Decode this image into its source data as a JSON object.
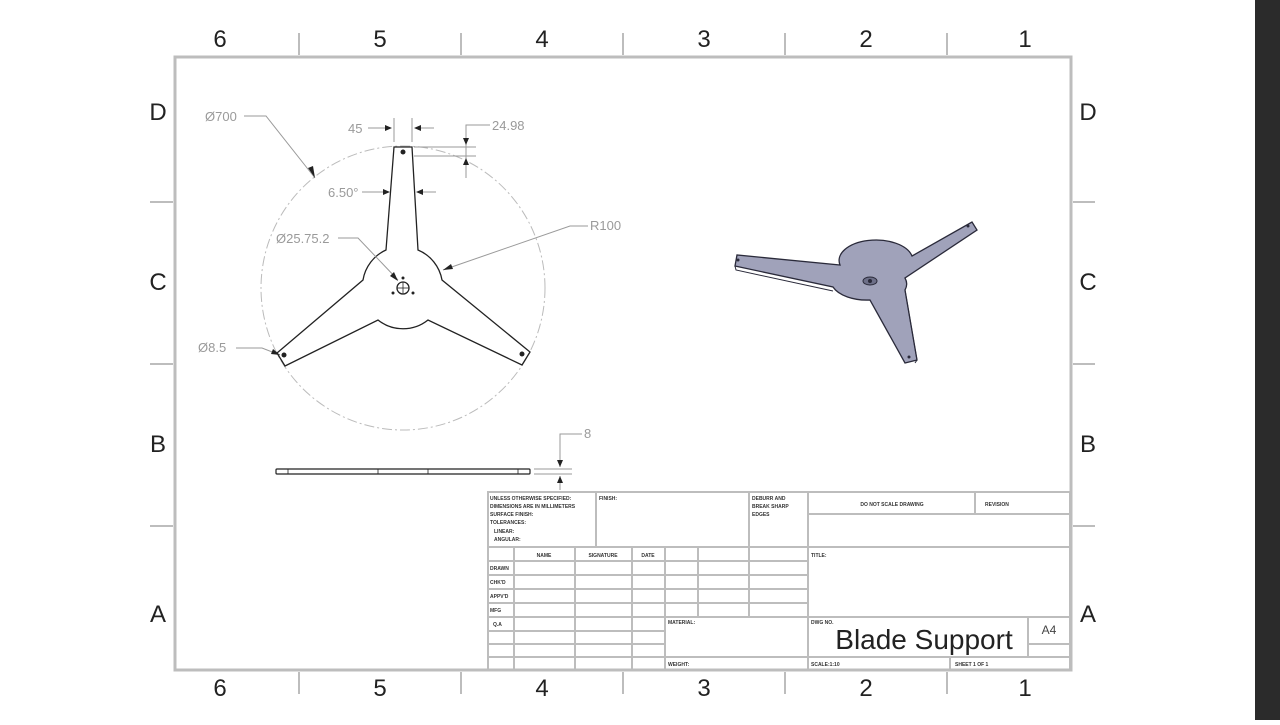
{
  "zones": {
    "columns": [
      "6",
      "5",
      "4",
      "3",
      "2",
      "1"
    ],
    "rows": [
      "D",
      "C",
      "B",
      "A"
    ]
  },
  "dimensions": {
    "outer_diameter": "Ø700",
    "arm_tip_width": "45",
    "tip_offset": "24.98",
    "taper_angle": "6.50°",
    "center_holes": "Ø25.75.2",
    "hub_radius": "R100",
    "tip_hole": "Ø8.5",
    "thickness": "8"
  },
  "title_block": {
    "unless": "UNLESS OTHERWISE SPECIFIED:",
    "dimensions_note": "DIMENSIONS ARE IN MILLIMETERS",
    "surface": "SURFACE FINISH:",
    "tolerances": "TOLERANCES:",
    "linear": "LINEAR:",
    "angular": "ANGULAR:",
    "finish": "FINISH:",
    "deburr1": "DEBURR AND",
    "deburr2": "BREAK SHARP",
    "deburr3": "EDGES",
    "do_not_scale": "DO NOT SCALE DRAWING",
    "revision": "REVISION",
    "name": "NAME",
    "signature": "SIGNATURE",
    "date": "DATE",
    "title_label": "TITLE:",
    "rows": [
      "DRAWN",
      "CHK'D",
      "APPV'D",
      "MFG",
      "Q.A"
    ],
    "material": "MATERIAL:",
    "weight": "WEIGHT:",
    "dwg_no": "DWG NO.",
    "drawing_title": "Blade Support",
    "size": "A4",
    "scale": "SCALE:1:10",
    "sheet": "SHEET 1 OF 1"
  },
  "colors": {
    "border": "#bdbdbd",
    "line": "#222222",
    "dim": "#9a9a9a",
    "part_fill": "#9ea0b8"
  }
}
